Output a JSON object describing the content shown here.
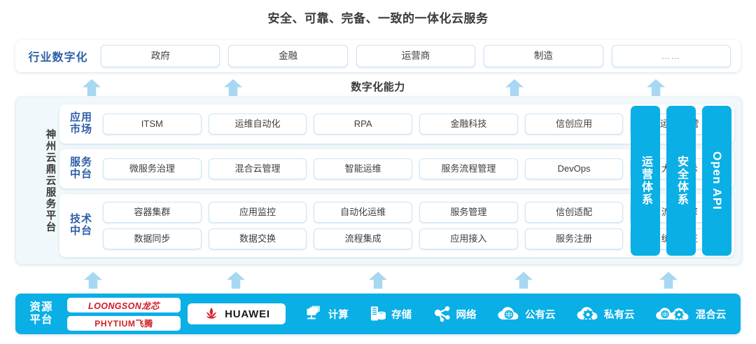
{
  "title": "安全、可靠、完备、一致的一体化云服务",
  "capability_label": "数字化能力",
  "industry": {
    "label": "行业数字化",
    "items": [
      {
        "label": "政府"
      },
      {
        "label": "金融"
      },
      {
        "label": "运营商"
      },
      {
        "label": "制造"
      },
      {
        "label": "……"
      }
    ]
  },
  "platform": {
    "label": "神州云鼎云服务平台",
    "bands": [
      {
        "label_line1": "应用",
        "label_line2": "市场",
        "rows": [
          [
            "ITSM",
            "运维自动化",
            "RPA",
            "金融科技",
            "信创应用",
            "运维/运营"
          ]
        ]
      },
      {
        "label_line1": "服务",
        "label_line2": "中台",
        "rows": [
          [
            "微服务治理",
            "混合云管理",
            "智能运维",
            "服务流程管理",
            "DevOps",
            "大屏展示"
          ]
        ]
      },
      {
        "label_line1": "技术",
        "label_line2": "中台",
        "rows": [
          [
            "容器集群",
            "应用监控",
            "自动化运维",
            "服务管理",
            "信创适配",
            "流程引擎"
          ],
          [
            "数据同步",
            "数据交换",
            "流程集成",
            "应用接入",
            "服务注册",
            "统一认证"
          ]
        ]
      }
    ],
    "pillars": [
      {
        "label": "运营体系",
        "script": "cjk"
      },
      {
        "label": "安全体系",
        "script": "cjk"
      },
      {
        "label": "Open API",
        "script": "latin"
      }
    ]
  },
  "resource": {
    "label_line1": "资源",
    "label_line2": "平台",
    "logos": [
      {
        "name": "loongson",
        "text": "LOONGSON龙芯"
      },
      {
        "name": "phytium",
        "text": "PHYTIUM飞腾"
      }
    ],
    "huawei": {
      "text": "HUAWEI"
    },
    "icons": [
      {
        "icon": "compute-icon",
        "label": "计算"
      },
      {
        "icon": "storage-icon",
        "label": "存储"
      },
      {
        "icon": "network-icon",
        "label": "网络"
      },
      {
        "icon": "public-cloud-icon",
        "label": "公有云"
      },
      {
        "icon": "private-cloud-icon",
        "label": "私有云"
      },
      {
        "icon": "hybrid-cloud-icon",
        "label": "混合云"
      }
    ]
  },
  "colors": {
    "accent_blue": "#0aafe6",
    "arrow_blue": "#a8d7f2",
    "label_blue": "#2f5fa8",
    "panel_bg": "#f1f8fc",
    "chip_border": "#cfe6f7",
    "logo_red": "#d3172a"
  },
  "arrows": {
    "upper": [
      131,
      333,
      735,
      937
    ],
    "lower": [
      133,
      337,
      540,
      748,
      955
    ]
  }
}
